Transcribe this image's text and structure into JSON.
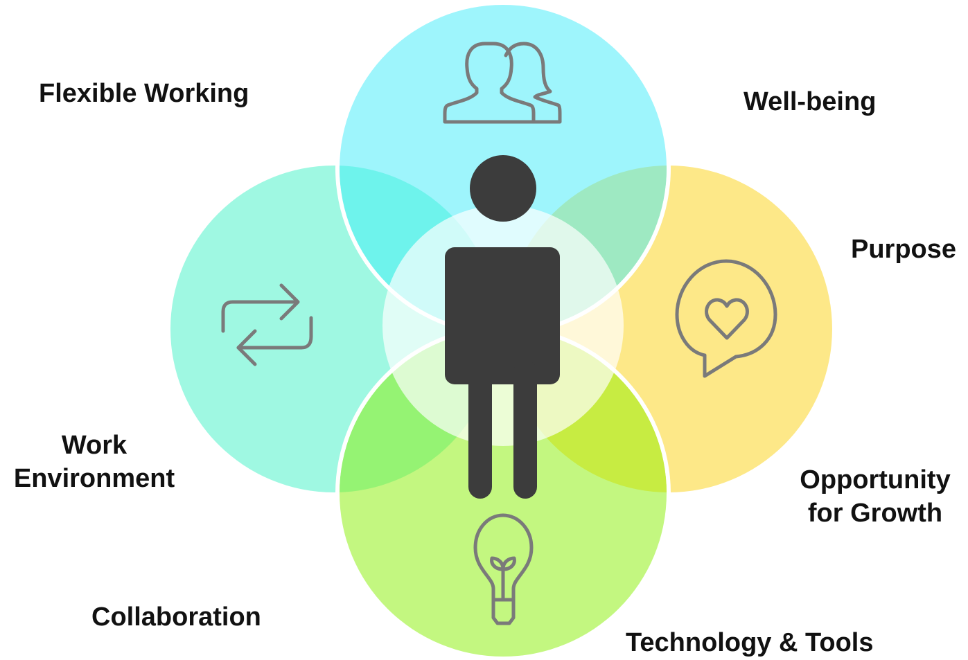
{
  "labels": {
    "flexible_working": "Flexible Working",
    "well_being": "Well-being",
    "purpose": "Purpose",
    "work_environment_line1": "Work",
    "work_environment_line2": "Environment",
    "opportunity_line1": "Opportunity",
    "opportunity_line2": "for Growth",
    "collaboration": "Collaboration",
    "technology_tools": "Technology & Tools"
  },
  "colors": {
    "top_circle": "#9ef5fc",
    "left_circle": "#9ff8e2",
    "right_circle": "#fde888",
    "bottom_circle": "#c3f780",
    "center_circle": "#ffffff",
    "person": "#3c3c3c",
    "icon_stroke": "#7a7a7a"
  },
  "icons": [
    "people-icon",
    "exchange-arrows-icon",
    "heart-speech-bubble-icon",
    "lightbulb-sprout-icon",
    "person-figure"
  ]
}
